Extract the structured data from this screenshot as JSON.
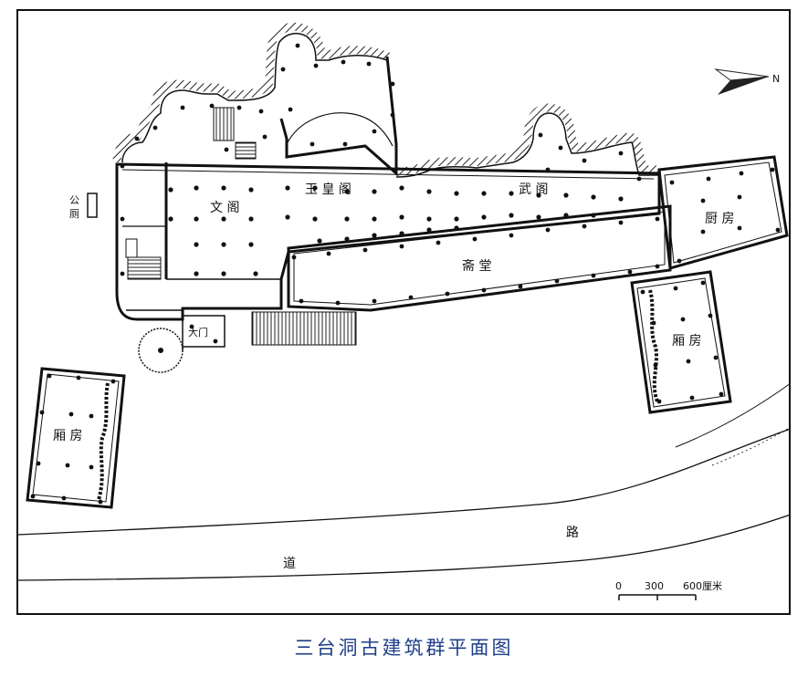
{
  "title": "三台洞古建筑群平面图",
  "labels": {
    "yuhuang": "玉 皇 阁",
    "wenge": "文 阁",
    "wuge": "武 阁",
    "zhaitang": "斋 堂",
    "chufang": "厨 房",
    "xiangfang_right": "厢 房",
    "xiangfang_left": "厢 房",
    "damen": "大门",
    "gong": "公",
    "ce": "厕",
    "dao": "道",
    "lu": "路"
  },
  "north": "N",
  "scale": {
    "ticks": [
      "0",
      "300",
      "600厘米"
    ]
  }
}
